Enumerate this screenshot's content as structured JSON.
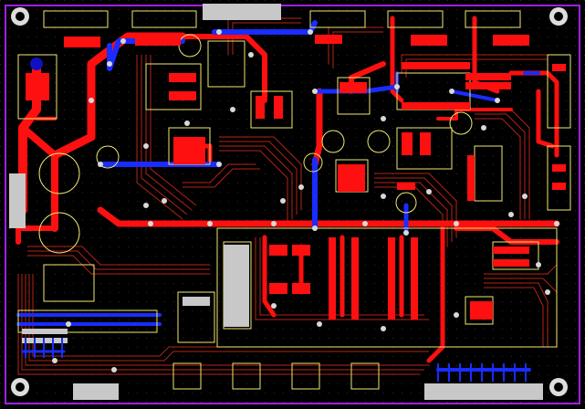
{
  "board": {
    "background": "#000000",
    "outline_color": "#a020f0",
    "top_copper": "#ff1010",
    "bottom_copper": "#1a2cff",
    "inner_trace": "#c0281c",
    "silkscreen": "#f0e870",
    "pad": "#c8c8c8",
    "via_ring": "#d8d8d8",
    "mount_hole": "#1010c0"
  },
  "layers": [
    "outline",
    "top-copper",
    "bottom-copper",
    "silkscreen",
    "pads",
    "vias",
    "mounting-holes"
  ]
}
